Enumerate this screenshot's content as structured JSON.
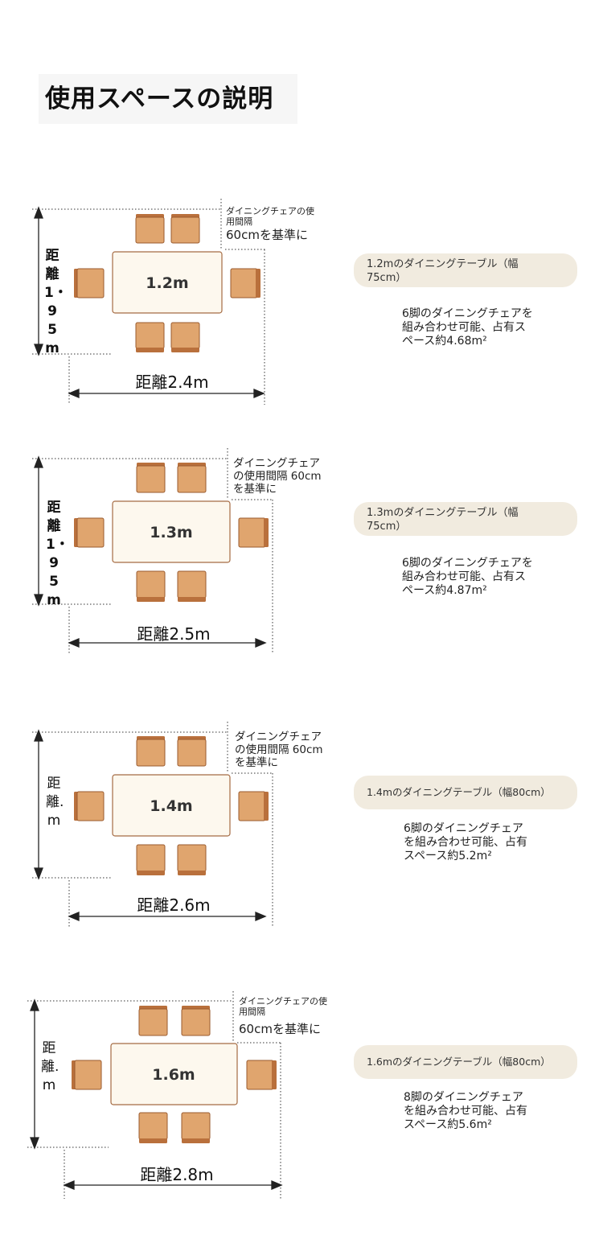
{
  "page": {
    "title": "使用スペースの説明"
  },
  "sections": [
    {
      "table_label": "1.2m",
      "chairs_per_side": 2,
      "height_label": "距離1・95m",
      "width_label": "距離2.4m",
      "note_small": "ダイニングチェアの使用間隔",
      "note_big": "60cmを基準に",
      "spec_title": "1.2mのダイニングテーブル（幅75cm）",
      "spec_desc": "6脚のダイニングチェアを組み合わせ可能、占有スペース約4.68m²"
    },
    {
      "table_label": "1.3m",
      "chairs_per_side": 2,
      "height_label": "距離1・95m",
      "width_label": "距離2.5m",
      "note_dense": "ダイニングチェアの使用間隔 60cmを基準に",
      "spec_title": "1.3mのダイニングテーブル（幅75cm）",
      "spec_desc": "6脚のダイニングチェアを組み合わせ可能、占有スペース約4.87m²"
    },
    {
      "table_label": "1.4m",
      "chairs_per_side": 2,
      "height_label": "距離.m",
      "width_label": "距離2.6m",
      "note_dense": "ダイニングチェアの使用間隔 60cmを基準に",
      "spec_title": "1.4mのダイニングテーブル（幅80cm）",
      "spec_desc": "6脚のダイニングチェアを組み合わせ可能、占有スペース約5.2m²"
    },
    {
      "table_label": "1.6m",
      "chairs_per_side": 2,
      "height_label": "距離.m",
      "width_label": "距離2.8m",
      "note_small": "ダイニングチェアの使用間隔",
      "note_big": "60cmを基準に",
      "spec_title": "1.6mのダイニングテーブル（幅80cm）",
      "spec_desc": "8脚のダイニングチェアを組み合わせ可能、占有スペース約5.6m²"
    }
  ],
  "colors": {
    "chair_fill": "#e0a56e",
    "chair_back": "#b9703c",
    "chair_outline": "#9a5a2e",
    "table_fill": "#fdf8ee",
    "table_stroke": "#a56b43",
    "pill_bg": "#f1ebdf",
    "line": "#222222"
  }
}
